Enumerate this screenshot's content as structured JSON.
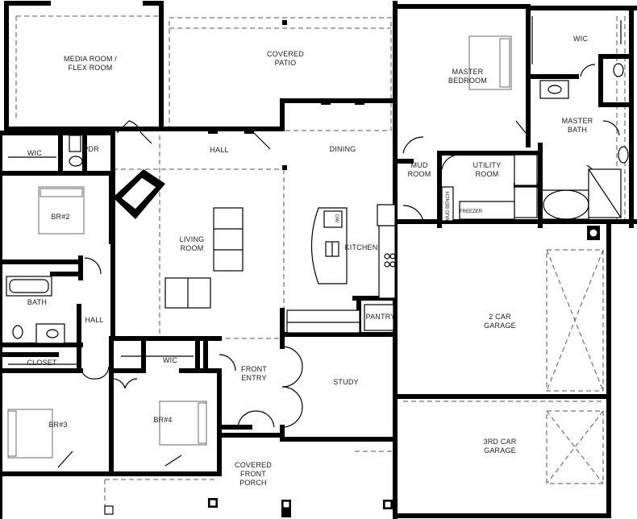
{
  "rooms": {
    "media_room": [
      "MEDIA ROOM /",
      "FLEX ROOM"
    ],
    "covered_patio": [
      "COVERED",
      "PATIO"
    ],
    "master_bedroom": [
      "MASTER",
      "BEDROOM"
    ],
    "wic_master": "WIC",
    "master_bath": [
      "MASTER",
      "BATH"
    ],
    "wic_left": "WIC",
    "pdr": "PDR",
    "hall_top": "HALL",
    "dining": "DINING",
    "mud_room": [
      "MUD",
      "ROOM"
    ],
    "utility_room": [
      "UTILITY",
      "ROOM"
    ],
    "mud_bench": "MUD BENCH",
    "freezer": "FREEZER",
    "br2": "BR#2",
    "living_room": [
      "LIVING",
      "ROOM"
    ],
    "kitchen": "KITCHEN",
    "dw": "DW",
    "bath": "BATH",
    "hall_left": "HALL",
    "pantry": "PANTRY",
    "garage_2": [
      "2 CAR",
      "GARAGE"
    ],
    "closet": "CLOSET",
    "wic_br4": "WIC",
    "front_entry": [
      "FRONT",
      "ENTRY"
    ],
    "study": "STUDY",
    "br3": "BR#3",
    "br4": "BR#4",
    "garage_3": [
      "3RD CAR",
      "GARAGE"
    ],
    "covered_front_porch": [
      "COVERED",
      "FRONT",
      "PORCH"
    ]
  }
}
